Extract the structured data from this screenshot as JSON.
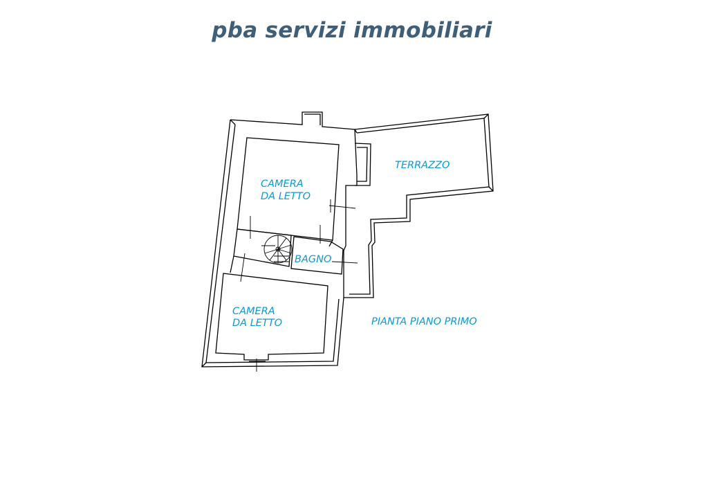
{
  "brand": {
    "name": "pba servizi immobiliari",
    "color": "#3f5f78"
  },
  "plan": {
    "title": "PIANTA PIANO PRIMO",
    "label_color": "#0a9ad6",
    "wall_color": "#000000",
    "rooms": {
      "bedroom_top": {
        "line1": "CAMERA",
        "line2": "DA LETTO"
      },
      "bedroom_bottom": {
        "line1": "CAMERA",
        "line2": "DA LETTO"
      },
      "bathroom": {
        "label": "BAGNO"
      },
      "terrace": {
        "label": "TERRAZZO"
      }
    }
  }
}
